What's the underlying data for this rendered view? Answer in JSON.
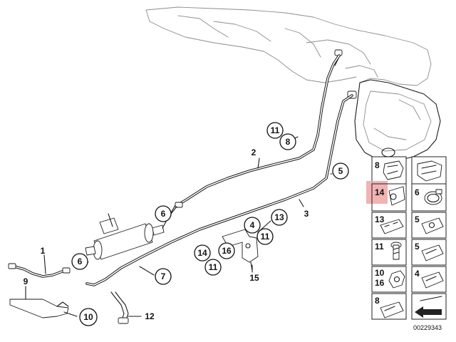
{
  "diagram_number": "00229343",
  "highlight_color": "#f0a6a6",
  "callouts": [
    {
      "id": "c11a",
      "label": "11"
    },
    {
      "id": "c8a",
      "label": "8"
    },
    {
      "id": "c2",
      "label": "2"
    },
    {
      "id": "c5",
      "label": "5"
    },
    {
      "id": "c6a",
      "label": "6"
    },
    {
      "id": "c3",
      "label": "3"
    },
    {
      "id": "c13",
      "label": "13"
    },
    {
      "id": "c4",
      "label": "4"
    },
    {
      "id": "c11b",
      "label": "11"
    },
    {
      "id": "c16",
      "label": "16"
    },
    {
      "id": "c14",
      "label": "14"
    },
    {
      "id": "c11c",
      "label": "11"
    },
    {
      "id": "c15",
      "label": "15"
    },
    {
      "id": "c1",
      "label": "1"
    },
    {
      "id": "c6b",
      "label": "6"
    },
    {
      "id": "c7",
      "label": "7"
    },
    {
      "id": "c9",
      "label": "9"
    },
    {
      "id": "c10",
      "label": "10"
    },
    {
      "id": "c12",
      "label": "12"
    }
  ],
  "legend": {
    "rows": [
      [
        {
          "labels": [
            "8"
          ]
        },
        {
          "labels": []
        }
      ],
      [
        {
          "labels": [
            "14"
          ],
          "highlighted": true
        },
        {
          "labels": [
            "6"
          ]
        }
      ],
      [
        {
          "labels": [
            "13"
          ]
        },
        {
          "labels": [
            "5"
          ]
        }
      ],
      [
        {
          "labels": [
            "11"
          ]
        },
        {
          "labels": [
            "5"
          ]
        }
      ],
      [
        {
          "labels": [
            "10",
            "16"
          ]
        },
        {
          "labels": [
            "4"
          ]
        }
      ],
      [
        {
          "labels": [
            "8"
          ]
        },
        {
          "labels": []
        }
      ]
    ]
  }
}
